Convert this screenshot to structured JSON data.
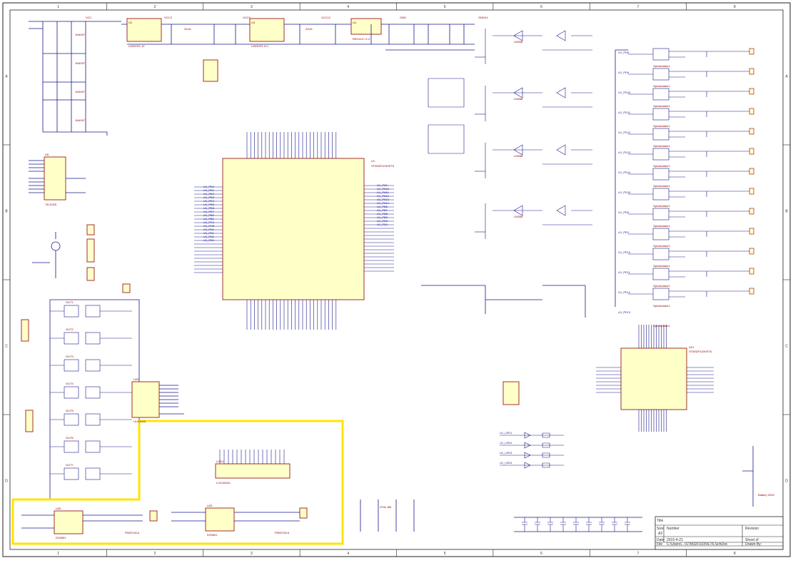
{
  "sheet": {
    "col_labels": [
      "1",
      "2",
      "3",
      "4",
      "5",
      "6",
      "7",
      "8"
    ],
    "row_labels": [
      "A",
      "B",
      "C",
      "D"
    ],
    "title_block": {
      "title_label": "Title",
      "size_label": "Size",
      "size_value": "A2",
      "number_label": "Number",
      "revision_label": "Revision",
      "date_label": "Date",
      "date_value": "2015-4-21",
      "file_label": "File",
      "file_value": "C:\\Users\\...\\STM32F103VET6.SchDoc",
      "sheet_label": "Sheet of",
      "drawn_label": "Drawn By:"
    }
  },
  "components": {
    "mcu": {
      "ref": "U1",
      "part": "STM32F103VET6"
    },
    "can": {
      "ref": "U21",
      "part": "STM32F103VET6"
    },
    "reg1": {
      "ref": "U2",
      "part": "LM2576T-12"
    },
    "reg2": {
      "ref": "U3",
      "part": "LM2576T-5.0"
    },
    "reg3": {
      "ref": "U4",
      "part": "REG1117-3.3"
    },
    "mux": {
      "ref": "U5",
      "part": "74LS253"
    },
    "relay_drv": {
      "ref": "U20",
      "part": "ULN2003"
    },
    "lcd": {
      "ref": "LCD1",
      "part": "LCD1602A"
    },
    "rs485_a": {
      "ref": "U26",
      "part": "DS3691"
    },
    "rs485_b": {
      "ref": "U25",
      "part": "DS3691"
    },
    "tvs": "P6KE15CA",
    "opto": "Optoisolator1",
    "diode": "1N4007",
    "zener": "1N4148",
    "amp": "LM358",
    "crystal": "XTAL 8M",
    "battery": "Battery 2032",
    "inductor": "22uH"
  },
  "nets": {
    "power": [
      "VCC",
      "VCC3",
      "VCC5",
      "VCC12",
      "GND",
      "GND24"
    ],
    "io_left": [
      "U1_PE0",
      "U1_PE1",
      "U1_PE2",
      "U1_PE3",
      "U1_PE4",
      "U1_PE5",
      "U1_PE6",
      "U1_PE7",
      "U1_PB0",
      "U1_PB1",
      "U1_PC4",
      "U1_PC5",
      "U1_PA0",
      "U1_PA1",
      "U1_PA2",
      "U1_PA3"
    ],
    "io_right": [
      "U1_PA9",
      "U1_PA10",
      "U1_PA11",
      "U1_PA12",
      "U1_PA13",
      "U1_PA14",
      "U1_PB6",
      "U1_PB7",
      "U1_PB8",
      "U1_PB9",
      "U1_PD0",
      "U1_PD1"
    ],
    "opto_inputs": [
      "U1_PD8",
      "U1_PD9",
      "U1_PD10",
      "U1_PD11",
      "U1_PD12",
      "U1_PD13",
      "U1_PD14",
      "U1_PD15",
      "U1_PE8",
      "U1_PE9",
      "U1_PE10",
      "U1_PE11",
      "U1_PE12",
      "U1_PE13"
    ],
    "led_nets": [
      "U1_LED1",
      "U1_LED2",
      "U1_LED3",
      "U1_LED4"
    ],
    "uln_outputs": [
      "OUT1",
      "OUT2",
      "OUT3",
      "OUT4",
      "OUT5",
      "OUT6",
      "OUT7"
    ]
  }
}
